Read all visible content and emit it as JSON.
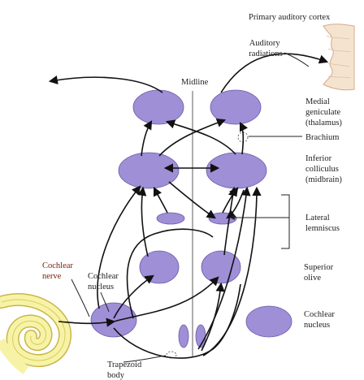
{
  "colors": {
    "nucleus_fill": "#9f8fd6",
    "nucleus_stroke": "#6a5aa6",
    "cortex_fill": "#f4e4cf",
    "cortex_stroke": "#d6a88b",
    "cochlea_fill": "#f7f3a6",
    "cochlea_stroke": "#c9b64a",
    "accent_text": "#7a2010",
    "label_text": "#222222",
    "line": "#111111"
  },
  "labels": {
    "primary_auditory_cortex": "Primary auditory cortex",
    "auditory_radiations": [
      "Auditory",
      "radiations"
    ],
    "midline": "Midline",
    "medial_geniculate": [
      "Medial",
      "geniculate",
      "(thalamus)"
    ],
    "brachium": "Brachium",
    "inferior_colliculus": [
      "Inferior",
      "colliculus",
      "(midbrain)"
    ],
    "lateral_lemniscus": [
      "Lateral",
      "lemniscus"
    ],
    "superior_olive": [
      "Superior",
      "olive"
    ],
    "cochlear_nucleus_right": [
      "Cochlear",
      "nucleus"
    ],
    "cochlear_nerve": [
      "Cochlear",
      "nerve"
    ],
    "cochlear_nucleus_left": [
      "Cochlear",
      "nucleus"
    ],
    "trapezoid_body": [
      "Trapezoid",
      "body"
    ]
  }
}
